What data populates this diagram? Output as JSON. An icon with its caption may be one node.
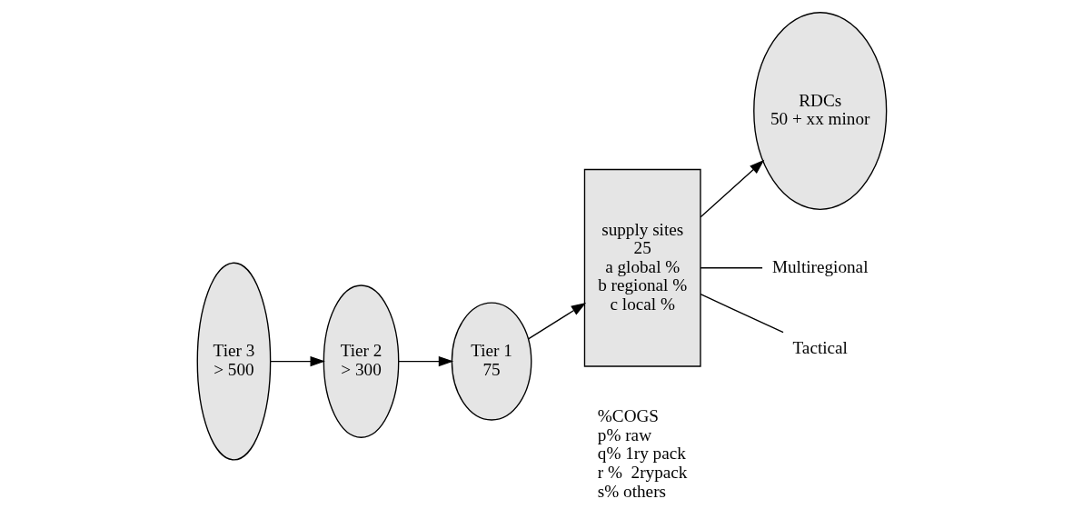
{
  "diagram": {
    "nodes": [
      {
        "text": [
          "Tier 3",
          "> 500"
        ]
      },
      {
        "text": [
          "Tier 2",
          "> 300"
        ]
      },
      {
        "text": [
          "Tier 1",
          "75"
        ]
      },
      {
        "text": [
          "supply sites",
          "25",
          "a global %",
          "b regional %",
          "c local %"
        ]
      },
      {
        "text": [
          "RDCs",
          "50 + xx minor"
        ]
      },
      {
        "text": [
          "Multiregional"
        ]
      },
      {
        "text": [
          "Tactical"
        ]
      }
    ],
    "edges": [
      {
        "from": 0,
        "to": 1,
        "arrow": "to"
      },
      {
        "from": 1,
        "to": 2,
        "arrow": "to"
      },
      {
        "from": 2,
        "to": 3,
        "arrow": "to"
      },
      {
        "from": 3,
        "to": 4,
        "arrow": "to"
      },
      {
        "from": 3,
        "to": 5,
        "arrow": "none"
      },
      {
        "from": 3,
        "to": 6,
        "arrow": "none"
      }
    ],
    "labels": [
      "%COGS",
      "p% raw",
      "q% 1ry pack",
      "r %  2rypack",
      "s% others"
    ]
  }
}
